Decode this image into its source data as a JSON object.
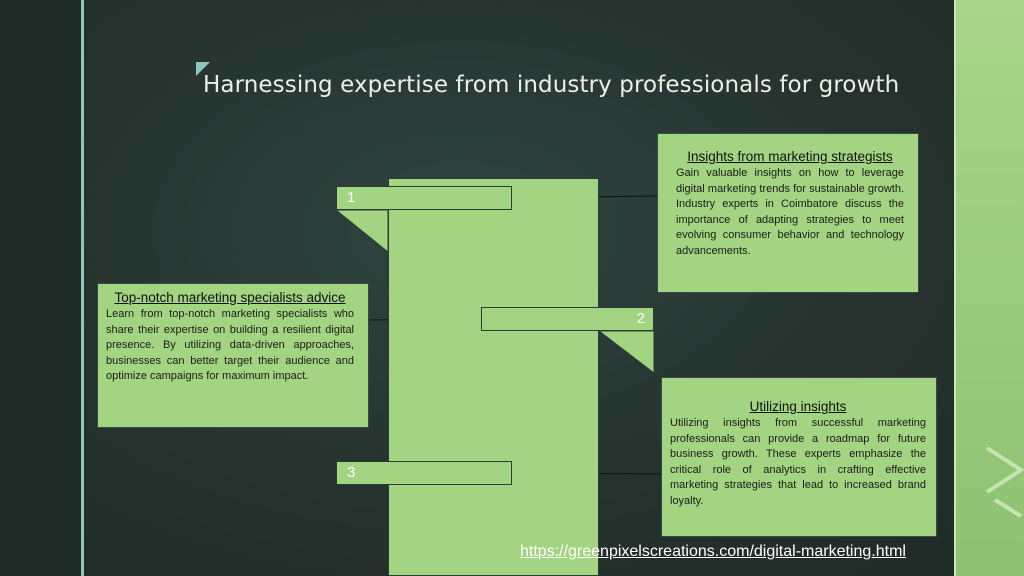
{
  "title": "Harnessing expertise from industry professionals for growth",
  "steps": [
    {
      "number": "1"
    },
    {
      "number": "2"
    },
    {
      "number": "3"
    }
  ],
  "cards": [
    {
      "heading": "Insights from marketing strategists",
      "body": "Gain valuable insights on how to leverage digital marketing trends for sustainable growth. Industry experts in Coimbatore discuss the importance of adapting strategies to meet evolving consumer behavior and technology advancements."
    },
    {
      "heading": "Top-notch marketing specialists advice",
      "body": "Learn from top-notch marketing specialists who share their expertise on building a resilient digital presence. By utilizing data-driven approaches, businesses can better target their audience and optimize campaigns for maximum impact."
    },
    {
      "heading": "Utilizing insights",
      "body": "Utilizing insights from successful marketing professionals can provide a roadmap for future business growth. These experts emphasize the critical role of analytics in crafting effective marketing strategies that lead to increased brand loyalty."
    }
  ],
  "footer": {
    "link_text": "https://greenpixelscreations.com/digital-marketing.html"
  },
  "colors": {
    "background": "#26322e",
    "accent_green": "#a3d481",
    "left_line": "#8fc7c0",
    "title_text": "#e9efe9"
  }
}
